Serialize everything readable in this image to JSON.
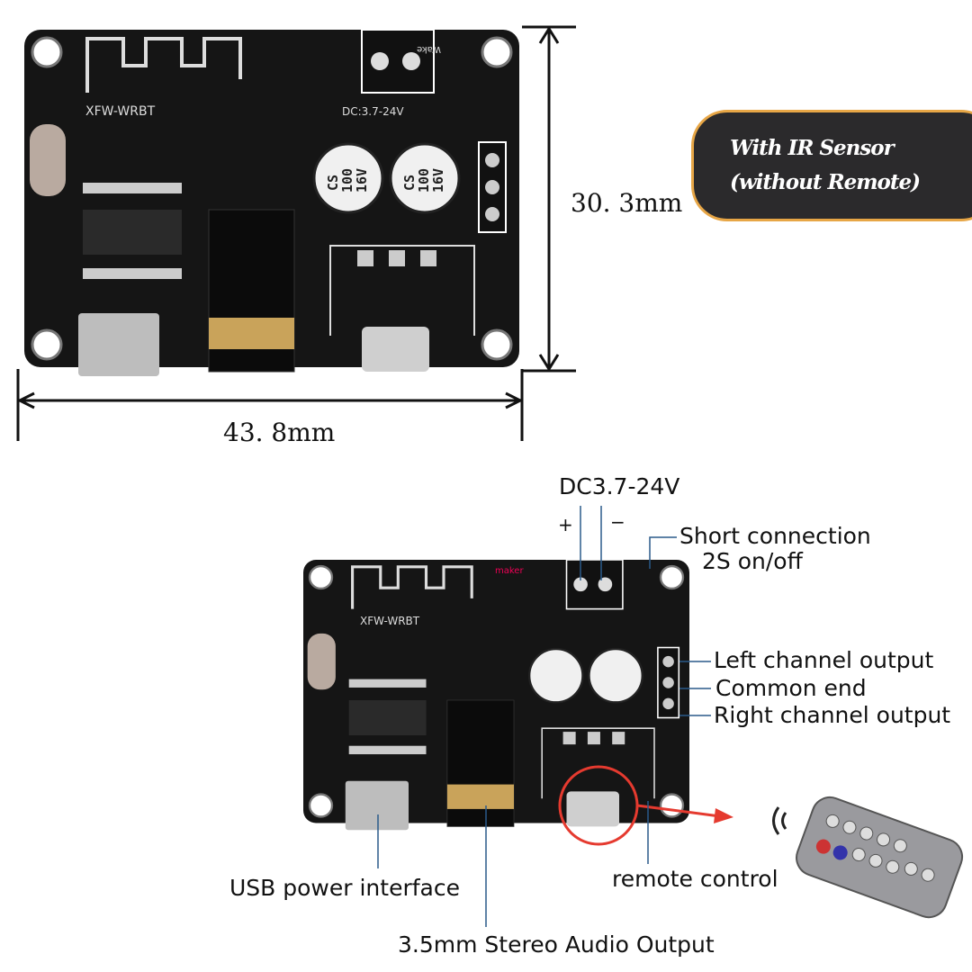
{
  "badge": {
    "line1": "With IR Sensor",
    "line2": "(without Remote)",
    "border_color": "#e7a646",
    "background": "#2b2a2c"
  },
  "dimensions": {
    "height": "30. 3mm",
    "width": "43. 8mm"
  },
  "board": {
    "model": "XFW-WRBT",
    "power_mark": "DC:3.7-24V",
    "cap_text": [
      "CS",
      "100",
      "16V"
    ],
    "wake": "Wake",
    "logo": "maker"
  },
  "labels": {
    "power": "DC3.7-24V",
    "plus": "+",
    "minus": "−",
    "short_1": "Short connection",
    "short_2": "2S on/off",
    "left": "Left channel output",
    "common": "Common end",
    "right": "Right channel output",
    "remote": "remote control",
    "usb": "USB power interface",
    "audio": "3.5mm Stereo Audio Output"
  },
  "colors": {
    "pcb": "#151515",
    "highlight": "#e53a2f"
  }
}
